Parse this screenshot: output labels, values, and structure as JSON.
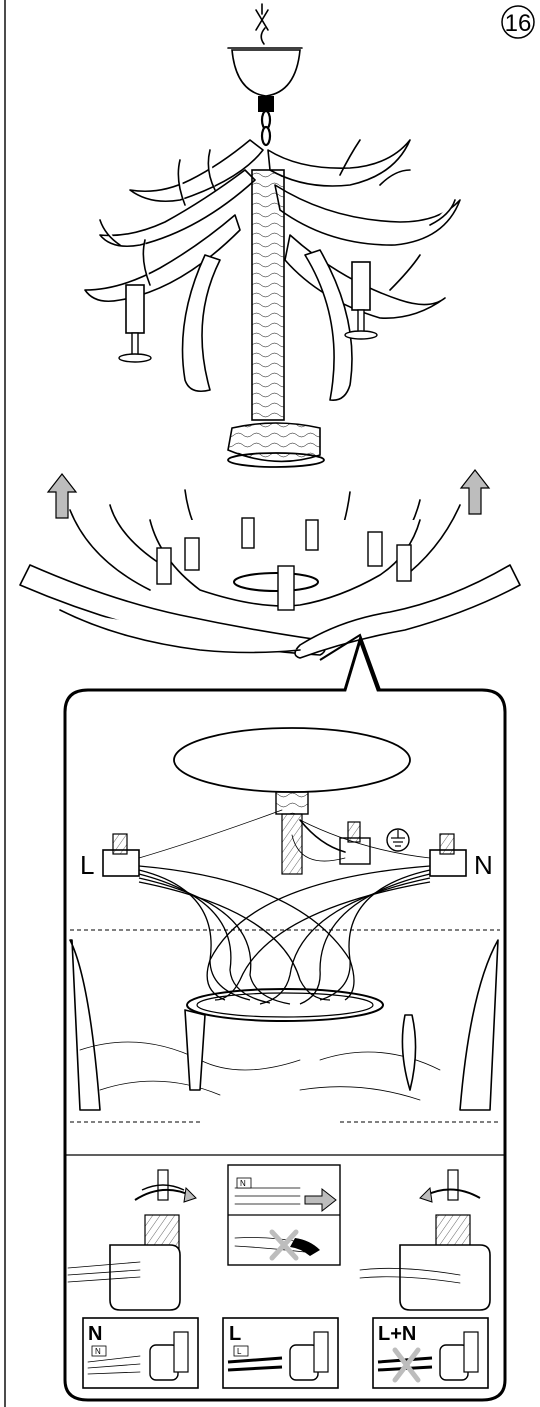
{
  "step": {
    "number": "16"
  },
  "detail": {
    "label_live": "L",
    "label_neutral": "N",
    "earth_icon": "ground-symbol-icon"
  },
  "legend": {
    "box_n": "N",
    "box_l": "L",
    "box_ln": "L+N",
    "tag_n": "N",
    "tag_l": "L"
  },
  "icons": {
    "up_arrow": "up-arrow-icon",
    "rotate_cw": "rotate-clockwise-icon",
    "rotate_ccw": "rotate-counterclockwise-icon",
    "insert_arrow": "right-arrow-icon",
    "forbidden": "cross-icon"
  }
}
